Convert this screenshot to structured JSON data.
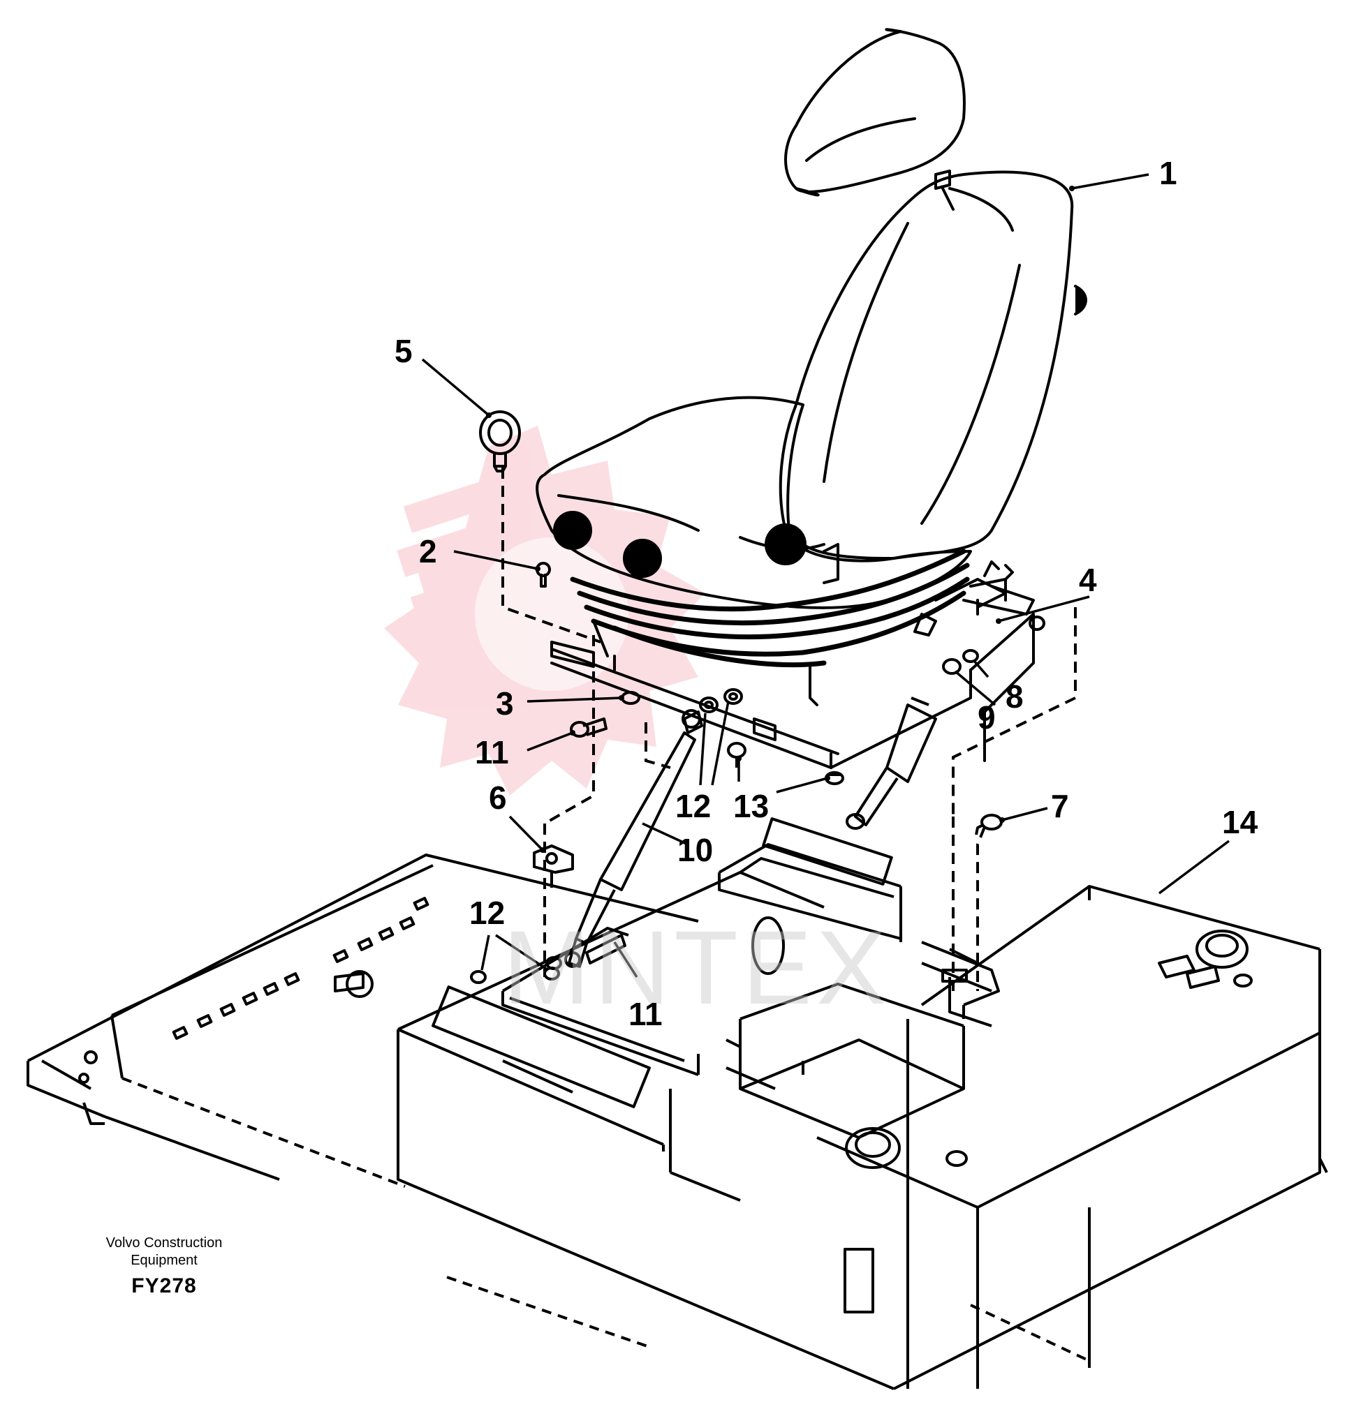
{
  "callouts": [
    {
      "id": "c1",
      "text": "1"
    },
    {
      "id": "c2",
      "text": "2"
    },
    {
      "id": "c3",
      "text": "3"
    },
    {
      "id": "c4",
      "text": "4"
    },
    {
      "id": "c5",
      "text": "5"
    },
    {
      "id": "c6",
      "text": "6"
    },
    {
      "id": "c7",
      "text": "7"
    },
    {
      "id": "c8",
      "text": "8"
    },
    {
      "id": "c9",
      "text": "9"
    },
    {
      "id": "c10",
      "text": "10"
    },
    {
      "id": "c11a",
      "text": "11"
    },
    {
      "id": "c11b",
      "text": "11"
    },
    {
      "id": "c12a",
      "text": "12"
    },
    {
      "id": "c12b",
      "text": "12"
    },
    {
      "id": "c13",
      "text": "13"
    },
    {
      "id": "c14",
      "text": "14"
    }
  ],
  "caption": {
    "line1": "Volvo Construction",
    "line2": "Equipment",
    "code": "FY278"
  },
  "watermark": {
    "text": "MNTEX",
    "color": "#e8324a"
  },
  "colors": {
    "ink": "#000000",
    "watermark_red": "#e8324a"
  }
}
